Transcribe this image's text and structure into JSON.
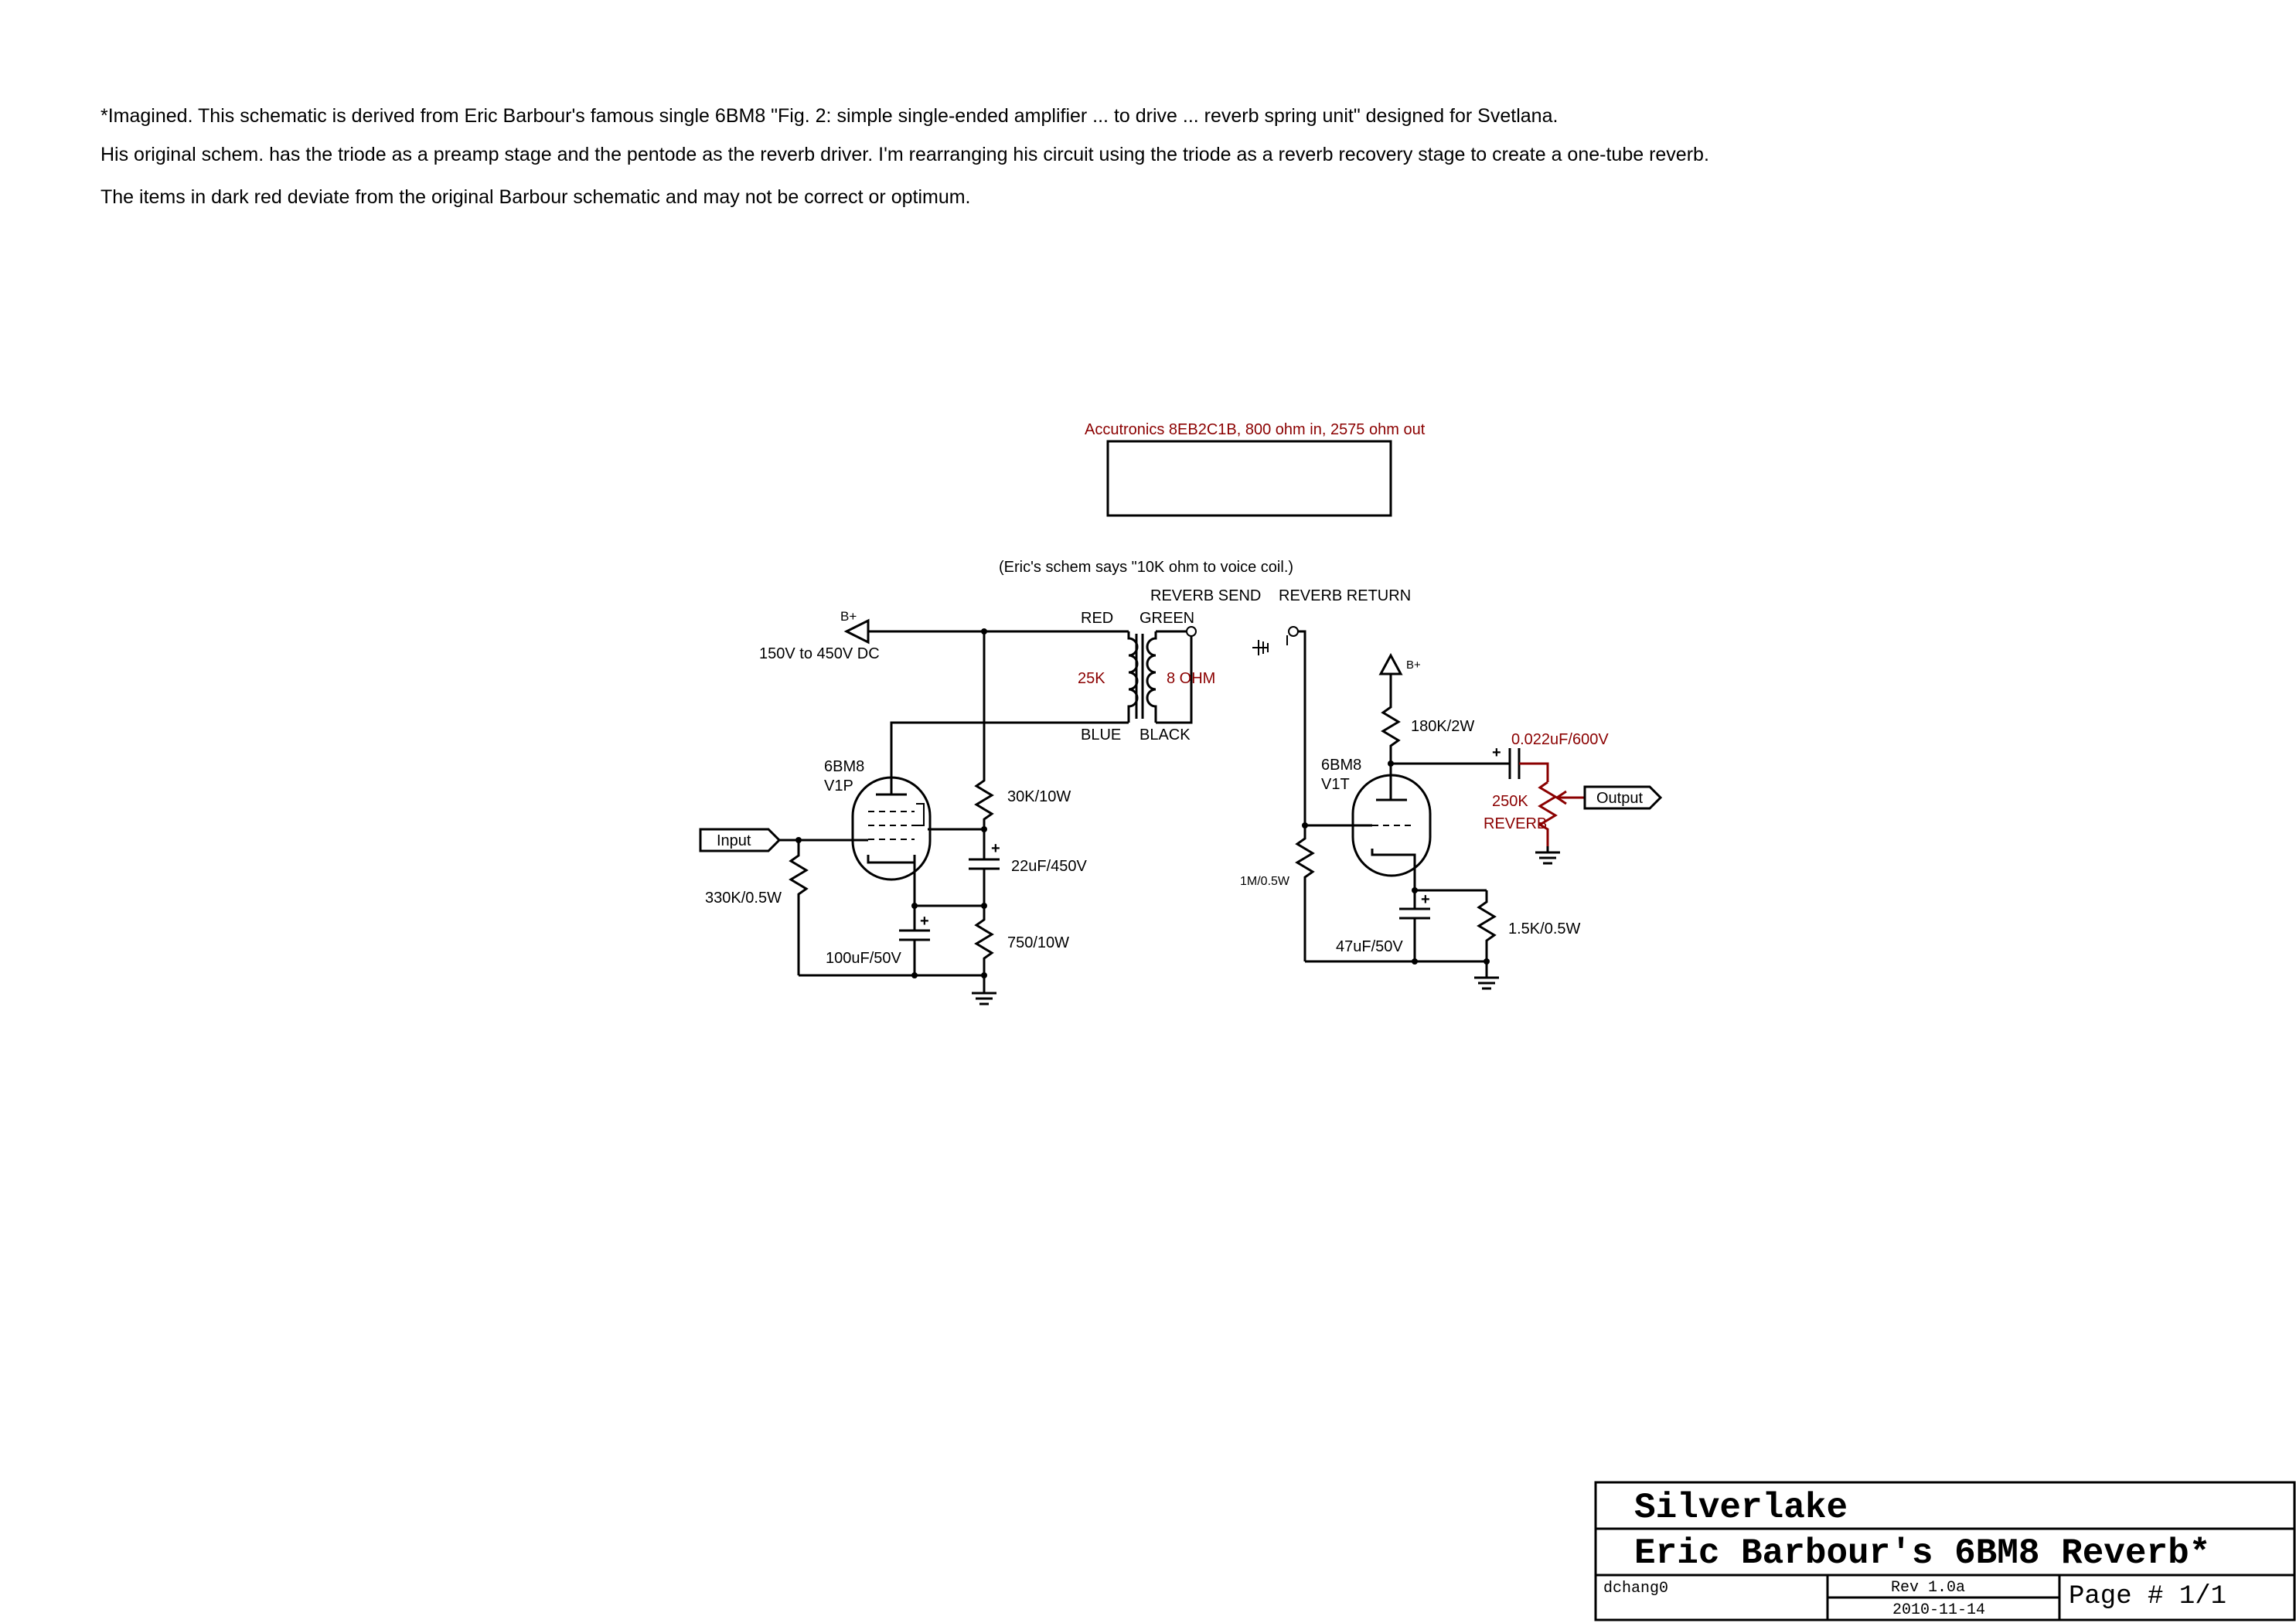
{
  "notes": {
    "line1": "*Imagined.  This schematic is derived from Eric Barbour's famous single 6BM8 \"Fig. 2: simple single-ended amplifier ... to drive ... reverb spring unit\" designed for Svetlana.",
    "line2": " His original schem. has the triode as a preamp stage and the pentode as the reverb driver.  I'm rearranging his circuit using the triode as a reverb recovery stage to create a one-tube reverb.",
    "line3": " The items in dark red deviate from the original Barbour schematic and may not be correct or optimum."
  },
  "reverb_tank": {
    "label": "Accutronics 8EB2C1B, 800 ohm in, 2575 ohm out"
  },
  "labels": {
    "eric_note": "(Eric's schem says \"10K ohm to voice coil.)",
    "reverb_send": "REVERB SEND",
    "reverb_return": "REVERB RETURN",
    "bplus": "B+",
    "bplus_right": "B+",
    "supply": "150V to 450V DC",
    "xfmr_red": "RED",
    "xfmr_green": "GREEN",
    "xfmr_blue": "BLUE",
    "xfmr_black": "BLACK",
    "xfmr_primary": "25K",
    "xfmr_secondary": "8 OHM",
    "tube_left_type": "6BM8",
    "tube_left_ref": "V1P",
    "tube_right_type": "6BM8",
    "tube_right_ref": "V1T",
    "input": "Input",
    "output": "Output",
    "r_30k": "30K/10W",
    "c_22u": "22uF/450V",
    "r_750": "750/10W",
    "r_330k": "330K/0.5W",
    "c_100u": "100uF/50V",
    "r_180k": "180K/2W",
    "c_0022": "0.022uF/600V",
    "pot": "250K",
    "pot_name": "REVERB",
    "r_1m": "1M/0.5W",
    "c_47u": "47uF/50V",
    "r_1k5": "1.5K/0.5W"
  },
  "title_block": {
    "company": "Silverlake",
    "title": "Eric Barbour's 6BM8 Reverb*",
    "author": "dchang0",
    "rev": "Rev 1.0a",
    "date": "2010-11-14",
    "page": "Page # 1/1"
  },
  "colors": {
    "deviation": "#8b0000",
    "ink": "#000000"
  }
}
